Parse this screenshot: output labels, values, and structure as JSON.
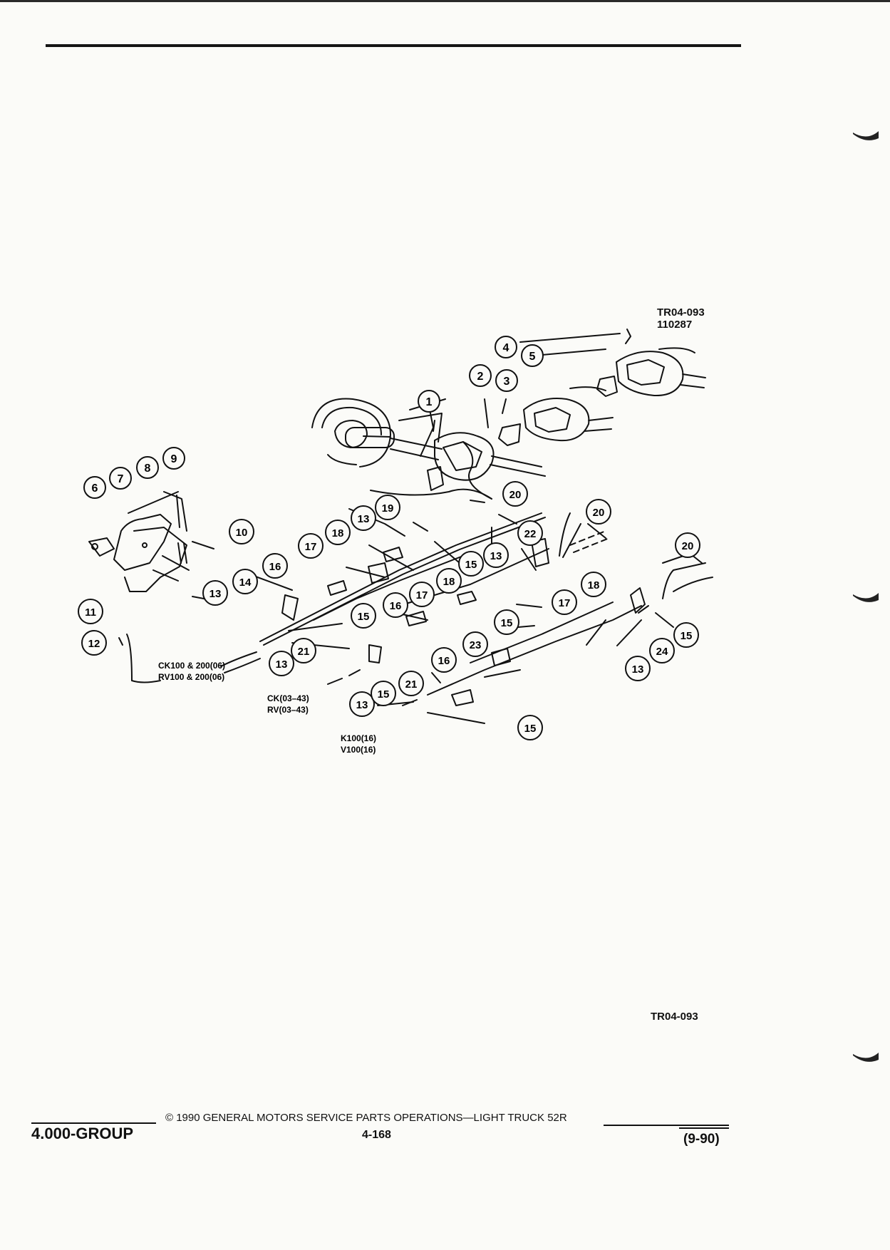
{
  "header": {
    "figure_code": "TR04-093",
    "figure_number": "110287"
  },
  "callouts": [
    {
      "num": "1"
    },
    {
      "num": "2"
    },
    {
      "num": "3"
    },
    {
      "num": "4"
    },
    {
      "num": "5"
    },
    {
      "num": "6"
    },
    {
      "num": "7"
    },
    {
      "num": "8"
    },
    {
      "num": "9"
    },
    {
      "num": "10"
    },
    {
      "num": "11"
    },
    {
      "num": "12"
    },
    {
      "num": "13"
    },
    {
      "num": "13"
    },
    {
      "num": "13"
    },
    {
      "num": "13"
    },
    {
      "num": "13"
    },
    {
      "num": "13"
    },
    {
      "num": "14"
    },
    {
      "num": "15"
    },
    {
      "num": "15"
    },
    {
      "num": "15"
    },
    {
      "num": "15"
    },
    {
      "num": "15"
    },
    {
      "num": "15"
    },
    {
      "num": "16"
    },
    {
      "num": "16"
    },
    {
      "num": "16"
    },
    {
      "num": "17"
    },
    {
      "num": "17"
    },
    {
      "num": "17"
    },
    {
      "num": "18"
    },
    {
      "num": "18"
    },
    {
      "num": "18"
    },
    {
      "num": "19"
    },
    {
      "num": "20"
    },
    {
      "num": "20"
    },
    {
      "num": "20"
    },
    {
      "num": "21"
    },
    {
      "num": "21"
    },
    {
      "num": "22"
    },
    {
      "num": "23"
    },
    {
      "num": "24"
    }
  ],
  "model_labels": {
    "ck100_1": "CK100 & 200(06)",
    "ck100_2": "RV100 & 200(06)",
    "ck03_1": "CK(03–43)",
    "ck03_2": "RV(03–43)",
    "k100_1": "K100(16)",
    "k100_2": "V100(16)"
  },
  "bottom_code": "TR04-093",
  "footer": {
    "group": "4.000-GROUP",
    "copyright": "©  1990  GENERAL MOTORS SERVICE PARTS OPERATIONS—LIGHT TRUCK 52R",
    "page": "4-168",
    "date": "(9-90)"
  }
}
